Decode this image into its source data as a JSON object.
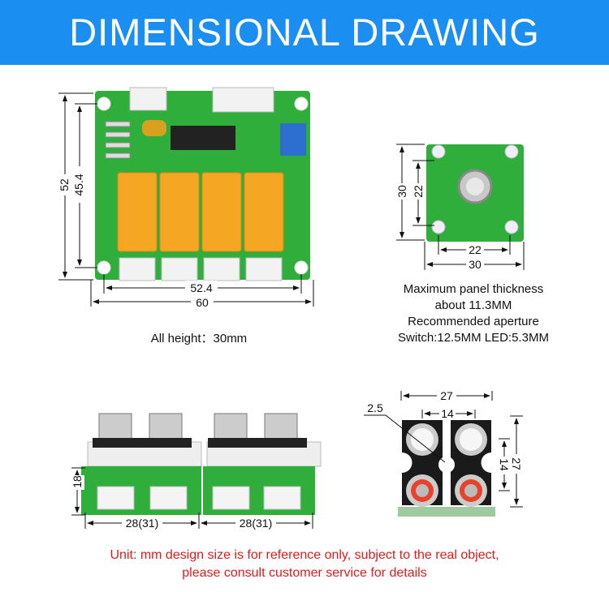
{
  "header": {
    "title": "DIMENSIONAL DRAWING"
  },
  "colors": {
    "header": "#1b8ef2",
    "pcb": "#2fae3c",
    "relay": "#f5a623",
    "note": "#e21b1b"
  },
  "board_main": {
    "dim_height": "52",
    "dim_hole_height": "45.4",
    "dim_hole_width": "52.4",
    "dim_width": "60",
    "note": "All height：30mm"
  },
  "board_switch": {
    "dim_height": "30",
    "dim_hole_height": "22",
    "dim_hole_width": "22",
    "dim_width": "30",
    "notes": [
      "Maximum panel thickness",
      "about 11.3MM",
      "Recommended aperture",
      "Switch:12.5MM LED:5.3MM"
    ]
  },
  "board_rca": {
    "dim_height": "18",
    "dim_width_1": "28(31)",
    "dim_width_2": "28(31)"
  },
  "rca_jack": {
    "dim_width": "27",
    "dim_spacing_h": "14",
    "dim_hole": "2.5",
    "dim_spacing_v": "14",
    "dim_height": "27"
  },
  "footer": {
    "line1": "Unit: mm design size is for reference only, subject to the real object,",
    "line2": "please consult customer service for details"
  }
}
